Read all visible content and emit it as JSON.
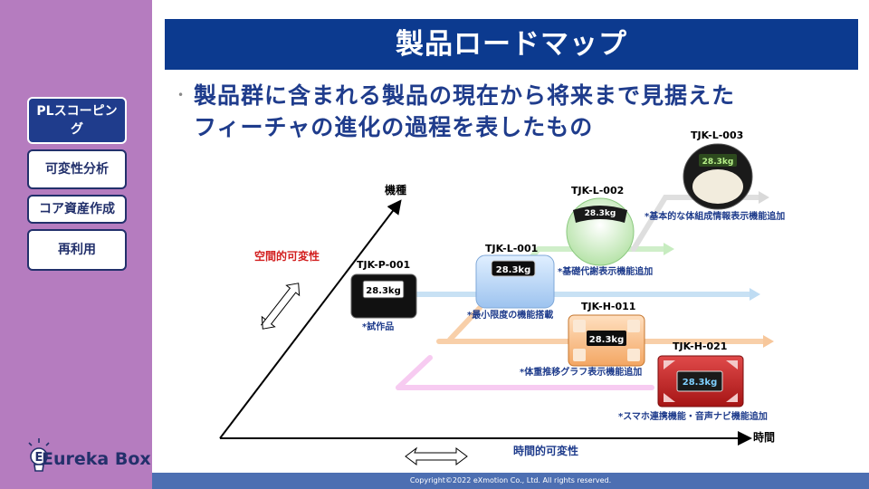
{
  "title": "製品ロードマップ",
  "lead_line1": "製品群に含まれる製品の現在から将来まで見据えた",
  "lead_line2": "フィーチャの進化の過程を表したもの",
  "nav": {
    "items": [
      {
        "label": "PLスコーピング"
      },
      {
        "label": "可変性分析"
      },
      {
        "label": "コア資産作成"
      },
      {
        "label": "再利用"
      }
    ]
  },
  "logo": {
    "text": "Eureka Box"
  },
  "diagram": {
    "y_axis_label": "機種",
    "x_axis_label": "時間",
    "spatial_label": "空間的可変性",
    "temporal_label": "時間的可変性",
    "display_value": "28.3kg",
    "products": [
      {
        "id": "TJK-P-001",
        "feature": "*試作品"
      },
      {
        "id": "TJK-L-001",
        "feature": "*最小限度の機能搭載"
      },
      {
        "id": "TJK-L-002",
        "feature": "*基礎代謝表示機能追加"
      },
      {
        "id": "TJK-L-003",
        "feature": "*基本的な体組成情報表示機能追加"
      },
      {
        "id": "TJK-H-011",
        "feature": "*体重推移グラフ表示機能追加"
      },
      {
        "id": "TJK-H-021",
        "feature": "*スマホ連携機能・音声ナビ機能追加"
      }
    ]
  },
  "footer": {
    "copyright": "Copyright©2022 eXmotion Co., Ltd. All rights reserved."
  },
  "colors": {
    "title_bg": "#0c3a8f",
    "sidebar": "#b57cbf",
    "accent_text": "#1f3c8c",
    "spatial_red": "#d21f1f"
  }
}
